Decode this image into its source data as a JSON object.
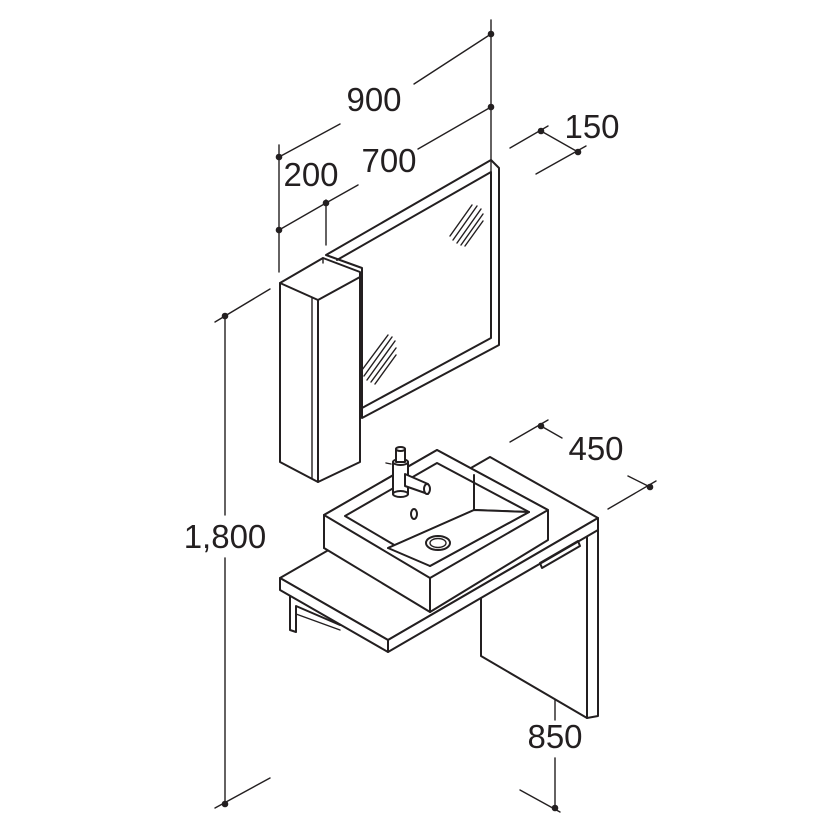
{
  "drawing": {
    "dimensions": {
      "overall_width": "900",
      "mirror_width": "700",
      "cabinet_width": "200",
      "cabinet_depth": "150",
      "counter_depth": "450",
      "mirror_top_height": "1,800",
      "counter_height": "850"
    },
    "ink_color": "#231f20",
    "background_color": "#ffffff"
  }
}
